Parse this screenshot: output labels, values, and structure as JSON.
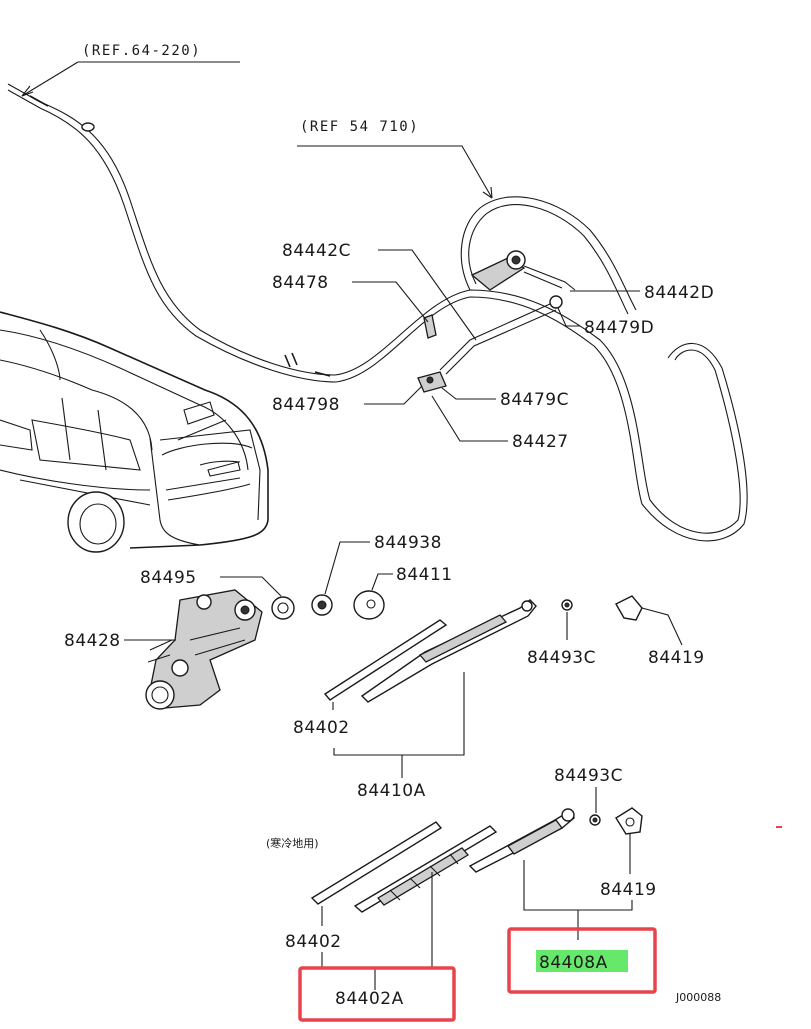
{
  "diagram": {
    "refs": {
      "ref_a": "(REF.64-220)",
      "ref_b": "(REF 54 710)"
    },
    "labels": {
      "p84442C": "84442C",
      "p84478": "84478",
      "p84442D": "84442D",
      "p84479D": "84479D",
      "p84479B": "844798",
      "p84479C": "84479C",
      "p84427": "84427",
      "p84493B": "844938",
      "p84495": "84495",
      "p84411": "84411",
      "p84428": "84428",
      "p84493C_top": "84493C",
      "p84419_top": "84419",
      "p84402_top": "84402",
      "p84410A": "84410A",
      "p84493C_bot": "84493C",
      "p84402_bot": "84402",
      "p84419_bot": "84419",
      "p84408A": "84408A",
      "p84402A": "84402A",
      "jp_note": "(寒冷地用)",
      "code": "J000088"
    },
    "colors": {
      "highlight_box": "#e8434a",
      "highlight_fill": "#66e86b",
      "line": "#1a1a1a"
    }
  }
}
